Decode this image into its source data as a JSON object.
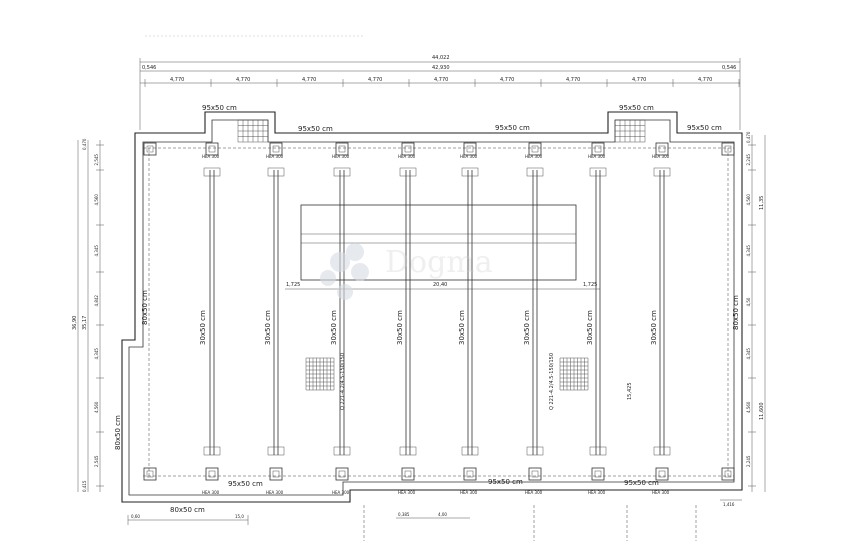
{
  "watermark": "Dogma",
  "top_dimensions": {
    "overall": "44,022",
    "inner": "42,930",
    "edge_left": "0,546",
    "edge_right": "0,546",
    "bays": [
      "4,770",
      "4,770",
      "4,770",
      "4,770",
      "4,770",
      "4,770",
      "4,770",
      "4,770",
      "4,770"
    ]
  },
  "left_dimensions": {
    "outer_a": "36,90",
    "outer_b": "35,17",
    "top": "0,470",
    "bottom": "0,415",
    "segments": [
      "2,545",
      "4,560",
      "4,345",
      "4,842",
      "4,345",
      "4,560",
      "2,545"
    ]
  },
  "right_dimensions": {
    "outer": "11,35",
    "outer_b": "11,600",
    "top": "0,470",
    "segments": [
      "2,245",
      "4,560",
      "4,345",
      "4,50",
      "4,345",
      "4,560",
      "2,245"
    ]
  },
  "beam_labels": {
    "top_beam": "95x50 cm",
    "top_beam_left": "95x50 cm",
    "top_beam_right": "95x50 cm",
    "bottom_beam": "95x50 cm",
    "bottom_beam_left": "95x50 cm",
    "bottom_left": "80x50 cm",
    "left_edge": "80x50 cm",
    "left_inner": "80x50 cm",
    "right_edge": "80x50 cm",
    "column_beam": "30x50 cm",
    "top_left_box": "95x50 cm",
    "top_right_box": "95x50 cm"
  },
  "hea_label": "HEA 300",
  "center_dimensions": {
    "left": "1,725",
    "middle": "20,40",
    "right": "1,725"
  },
  "diagonal_labels": {
    "left": "Q 221-4.2/4.5-150/150",
    "right": "Q 221-4.2/4.5-150/150",
    "span": "15,425"
  },
  "bottom_dimensions": {
    "a": "0,60",
    "b": "15,0",
    "c": "0,385",
    "d": "4,00",
    "e": "1,416"
  }
}
